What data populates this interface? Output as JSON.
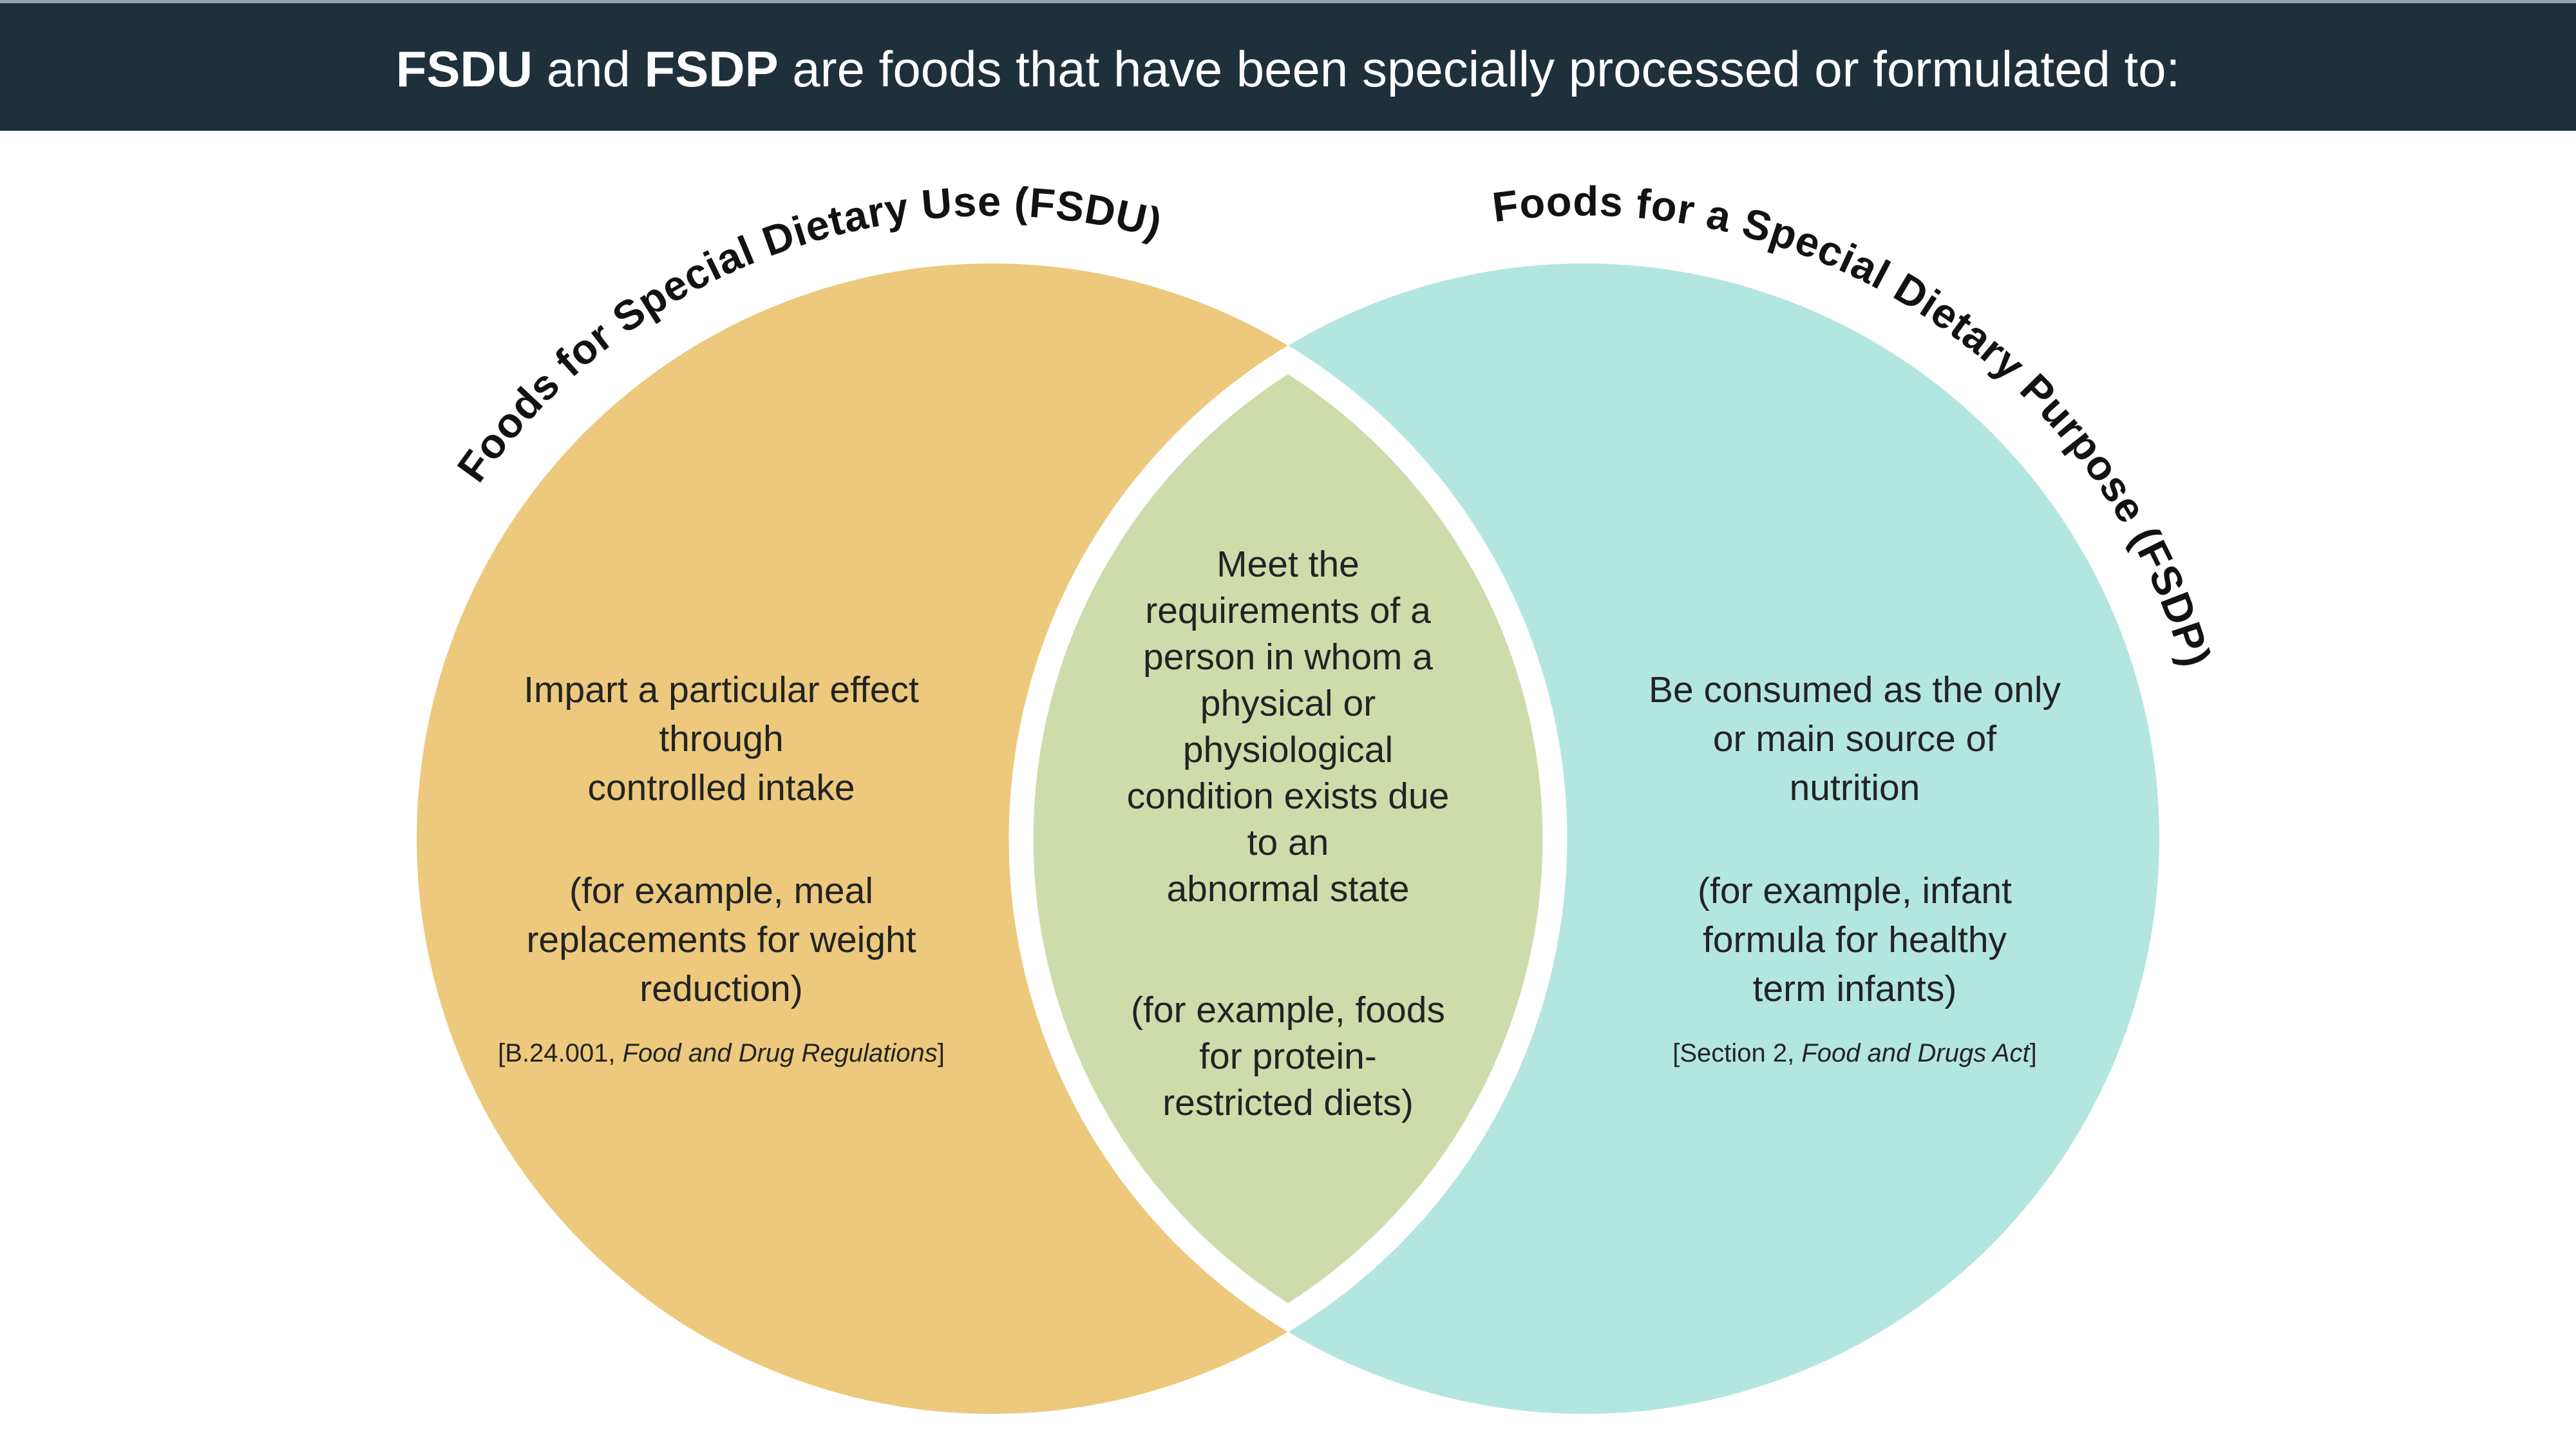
{
  "header": {
    "fsdu": "FSDU",
    "and": " and ",
    "fsdp": "FSDP",
    "rest": " are foods that have been specially processed or formulated to:"
  },
  "venn": {
    "left": {
      "arc_title": "Foods for Special Dietary Use (FSDU)",
      "lines": [
        "Impart a particular effect",
        "through",
        "controlled intake"
      ],
      "example_lines": [
        "(for example, meal",
        "replacements for weight",
        "reduction)"
      ],
      "citation_prefix": "[B.24.001, ",
      "citation_italic": "Food and Drug Regulations",
      "citation_suffix": "]",
      "color": "#ECC97C"
    },
    "center": {
      "lines": [
        "Meet the",
        "requirements of a",
        "person in whom a",
        "physical or",
        "physiological",
        "condition exists due",
        "to an",
        "abnormal state"
      ],
      "example_lines": [
        "(for example, foods",
        "for protein-",
        "restricted diets)"
      ],
      "color": "#CEDCAB"
    },
    "right": {
      "arc_title": "Foods for a Special Dietary Purpose (FSDP)",
      "lines": [
        "Be consumed as the only",
        "or main source of",
        "nutrition"
      ],
      "example_lines": [
        "(for example, infant",
        "formula for healthy",
        "term infants)"
      ],
      "citation_prefix": "[Section 2, ",
      "citation_italic": "Food and Drugs Act",
      "citation_suffix": "]",
      "color": "#B4E6E0"
    }
  },
  "colors": {
    "header_bg": "#1E313B",
    "top_strip": "#90A4B0",
    "background": "#FFFFFF",
    "body_text": "#232323",
    "title_text": "#121212",
    "gap_white": "#FFFFFF"
  }
}
